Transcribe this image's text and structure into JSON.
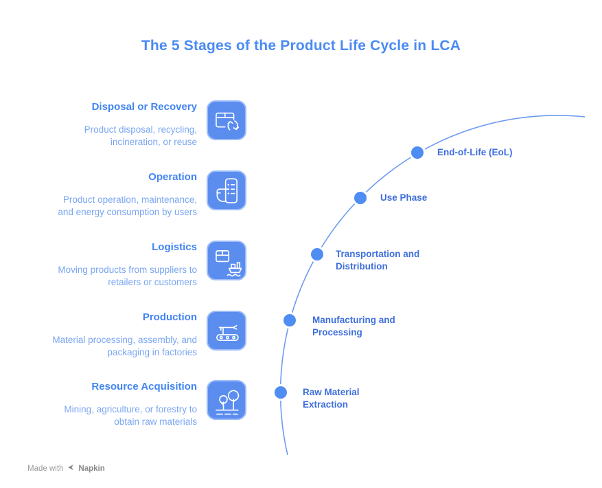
{
  "title": "The 5 Stages of the Product Life Cycle in LCA",
  "colors": {
    "title_text": "#4a8bf4",
    "stage_heading": "#4285f2",
    "stage_description": "#7aa6f2",
    "curve_label": "#3d6edb",
    "curve_line": "#6d9bf2",
    "node_fill": "#4f8df3",
    "icon_tile_background": "#5b8def",
    "icon_tile_border": "#9cbbf8",
    "footer_text": "#9b9b9b"
  },
  "stages": [
    {
      "name": "Disposal or Recovery",
      "description_lines": [
        "Product disposal, recycling,",
        "incineration, or reuse"
      ],
      "icon": "package-recycle-icon",
      "curve_label_lines": [
        "End-of-Life (EoL)",
        ""
      ]
    },
    {
      "name": "Operation",
      "description_lines": [
        "Product operation, maintenance,",
        "and energy consumption by users"
      ],
      "icon": "hand-device-icon",
      "curve_label_lines": [
        "Use Phase",
        ""
      ]
    },
    {
      "name": "Logistics",
      "description_lines": [
        "Moving products from suppliers to",
        "retailers or customers"
      ],
      "icon": "package-ship-icon",
      "curve_label_lines": [
        "Transportation and",
        "Distribution"
      ]
    },
    {
      "name": "Production",
      "description_lines": [
        "Material processing, assembly, and",
        "packaging in factories"
      ],
      "icon": "conveyor-robot-icon",
      "curve_label_lines": [
        "Manufacturing and",
        "Processing"
      ]
    },
    {
      "name": "Resource Acquisition",
      "description_lines": [
        "Mining, agriculture, or forestry to",
        "obtain raw materials"
      ],
      "icon": "trees-icon",
      "curve_label_lines": [
        "Raw Material",
        "Extraction"
      ]
    }
  ],
  "footer": {
    "made_with": "Made with",
    "brand": "Napkin"
  }
}
